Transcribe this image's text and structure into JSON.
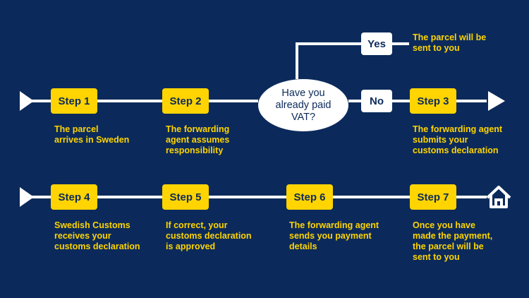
{
  "colors": {
    "background": "#0b2a5b",
    "step_fill": "#ffd400",
    "accent_text": "#ffd400",
    "line": "#ffffff",
    "box_text": "#0b2a5b"
  },
  "question": {
    "text": "Have you\nalready paid\nVAT?"
  },
  "answers": {
    "yes": {
      "label": "Yes",
      "outcome": "The parcel will be\nsent to you"
    },
    "no": {
      "label": "No"
    }
  },
  "steps": [
    {
      "label": "Step 1",
      "desc": "The parcel\narrives in Sweden"
    },
    {
      "label": "Step 2",
      "desc": "The forwarding\nagent assumes\nresponsibility"
    },
    {
      "label": "Step 3",
      "desc": "The forwarding agent\nsubmits your\ncustoms declaration"
    },
    {
      "label": "Step 4",
      "desc": "Swedish Customs\nreceives your\ncustoms declaration"
    },
    {
      "label": "Step 5",
      "desc": "If correct, your\ncustoms declaration\nis approved"
    },
    {
      "label": "Step 6",
      "desc": "The forwarding agent\nsends you payment\ndetails"
    },
    {
      "label": "Step 7",
      "desc": "Once you have\nmade the payment,\nthe parcel will be\nsent to you"
    }
  ],
  "icons": {
    "start_row1": "play-arrow-icon",
    "end_row1": "arrow-head-icon",
    "start_row2": "play-arrow-icon",
    "end_row2": "home-icon"
  }
}
